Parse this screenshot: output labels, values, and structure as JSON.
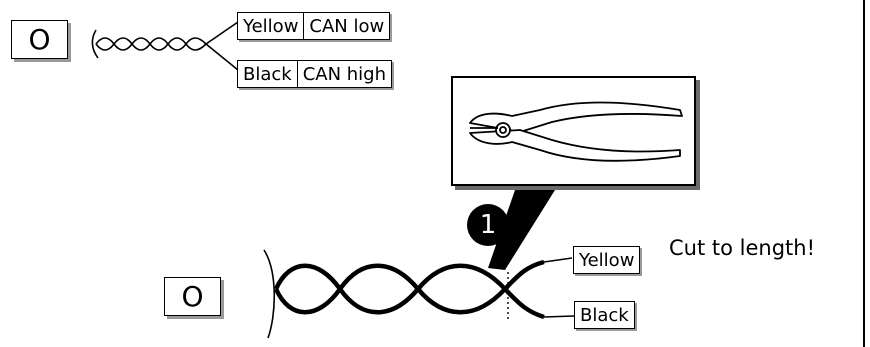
{
  "top_connector": {
    "label": "O"
  },
  "top_wires": [
    {
      "color": "Yellow",
      "signal": "CAN low"
    },
    {
      "color": "Black",
      "signal": "CAN high"
    }
  ],
  "step": {
    "number": "1",
    "tool_icon": "side-cutter-pliers-icon"
  },
  "bottom_connector": {
    "label": "O"
  },
  "bottom_wires": [
    {
      "color": "Yellow"
    },
    {
      "color": "Black"
    }
  ],
  "instruction": "Cut to length!"
}
